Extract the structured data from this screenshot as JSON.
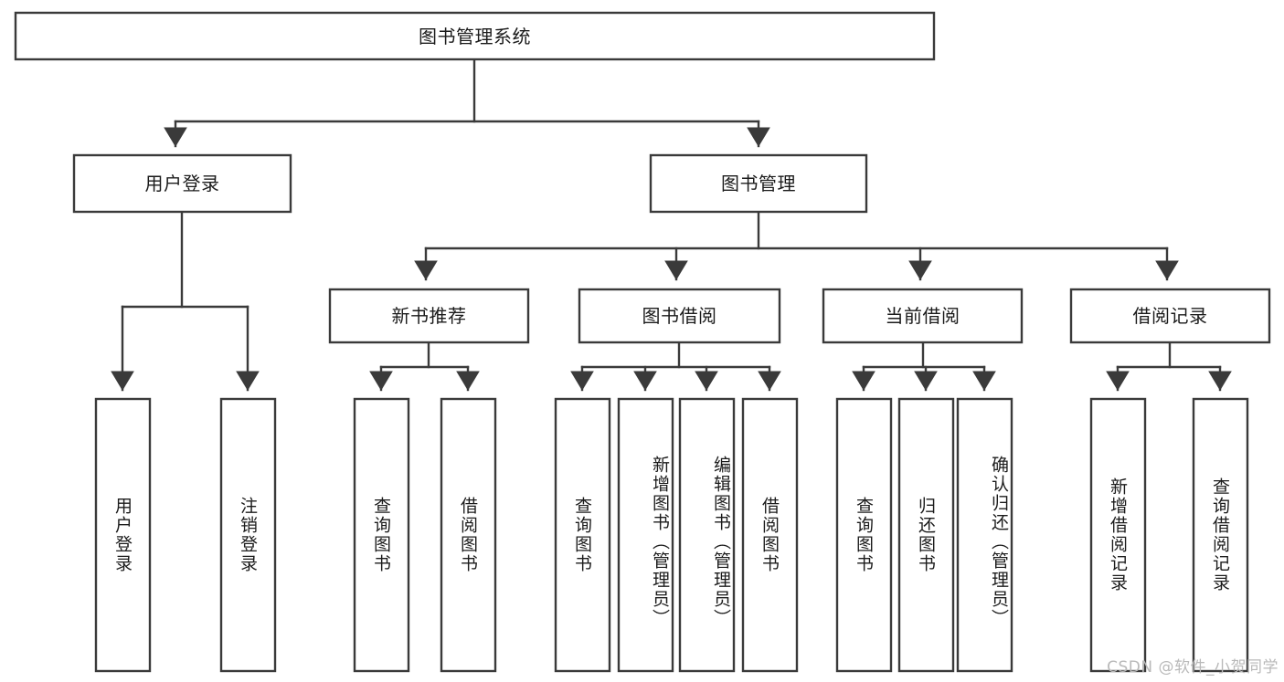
{
  "diagram": {
    "type": "tree-hierarchy-diagram",
    "title": "图书管理系统",
    "background_color": "#ffffff",
    "line_color": "#3a3a3a",
    "text_color": "#1b1b1b",
    "root": {
      "id": "root",
      "label": "图书管理系统",
      "orientation": "horizontal"
    },
    "level2": [
      {
        "id": "user-login",
        "label": "用户登录",
        "orientation": "horizontal"
      },
      {
        "id": "book-manage",
        "label": "图书管理",
        "orientation": "horizontal"
      }
    ],
    "level3": [
      {
        "id": "new-book-recommend",
        "label": "新书推荐",
        "orientation": "horizontal"
      },
      {
        "id": "book-borrow",
        "label": "图书借阅",
        "orientation": "horizontal"
      },
      {
        "id": "current-borrow",
        "label": "当前借阅",
        "orientation": "horizontal"
      },
      {
        "id": "borrow-record",
        "label": "借阅记录",
        "orientation": "horizontal"
      }
    ],
    "leaves": [
      {
        "id": "leaf-user-login",
        "label": "用户登录",
        "parent": "user-login",
        "orientation": "vertical"
      },
      {
        "id": "leaf-logout",
        "label": "注销登录",
        "parent": "user-login",
        "orientation": "vertical"
      },
      {
        "id": "leaf-query-book-1",
        "label": "查询图书",
        "parent": "new-book-recommend",
        "orientation": "vertical"
      },
      {
        "id": "leaf-borrow-book-1",
        "label": "借阅图书",
        "parent": "new-book-recommend",
        "orientation": "vertical"
      },
      {
        "id": "leaf-query-book-2",
        "label": "查询图书",
        "parent": "book-borrow",
        "orientation": "vertical"
      },
      {
        "id": "leaf-add-book",
        "label": "新增图书（管理员）",
        "parent": "book-borrow",
        "orientation": "vertical"
      },
      {
        "id": "leaf-edit-book",
        "label": "编辑图书（管理员）",
        "parent": "book-borrow",
        "orientation": "vertical"
      },
      {
        "id": "leaf-borrow-book-2",
        "label": "借阅图书",
        "parent": "book-borrow",
        "orientation": "vertical"
      },
      {
        "id": "leaf-query-book-3",
        "label": "查询图书",
        "parent": "current-borrow",
        "orientation": "vertical"
      },
      {
        "id": "leaf-return-book",
        "label": "归还图书",
        "parent": "current-borrow",
        "orientation": "vertical"
      },
      {
        "id": "leaf-confirm-return",
        "label": "确认归还（管理员）",
        "parent": "current-borrow",
        "orientation": "vertical"
      },
      {
        "id": "leaf-add-record",
        "label": "新增借阅记录",
        "parent": "borrow-record",
        "orientation": "vertical"
      },
      {
        "id": "leaf-query-record",
        "label": "查询借阅记录",
        "parent": "borrow-record",
        "orientation": "vertical"
      }
    ],
    "watermark": "CSDN @软件_小贺同学"
  }
}
